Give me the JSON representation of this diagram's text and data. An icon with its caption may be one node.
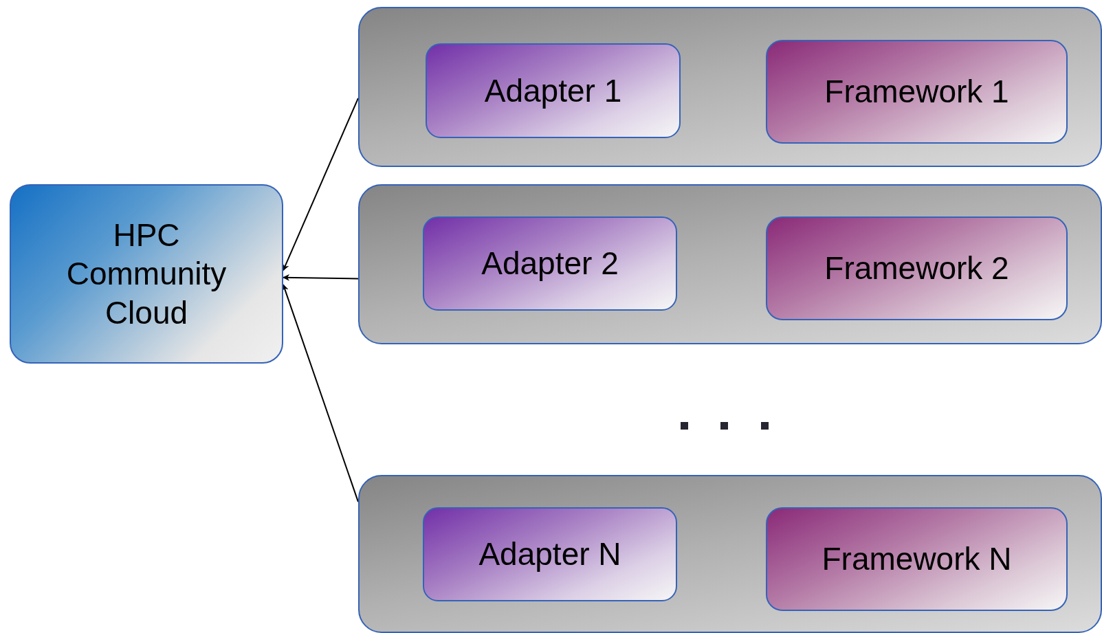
{
  "diagram": {
    "nodes": [
      {
        "text": [
          "HPC Community Cloud"
        ]
      },
      {
        "text": [],
        "shape": "box"
      },
      {
        "text": [
          "Adapter 1"
        ],
        "in": 1
      },
      {
        "text": [
          "Framework 1"
        ],
        "in": 1
      },
      {
        "text": [],
        "shape": "box"
      },
      {
        "text": [
          "Adapter 2"
        ],
        "in": 4
      },
      {
        "text": [
          "Framework 2"
        ],
        "in": 4
      },
      {
        "text": [],
        "shape": "box"
      },
      {
        "text": [
          "Adapter N"
        ],
        "in": 7
      },
      {
        "text": [
          "Framework N"
        ],
        "in": 7
      }
    ],
    "edges": [
      {
        "from": 1,
        "to": 0,
        "arrow": "to"
      },
      {
        "from": 4,
        "to": 0,
        "arrow": "to"
      },
      {
        "from": 7,
        "to": 0,
        "arrow": "to"
      }
    ]
  }
}
